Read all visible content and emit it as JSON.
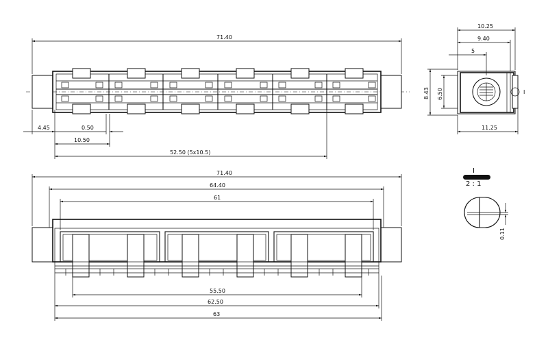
{
  "top_view": {
    "overall": "71.40",
    "end_offset": "4.45",
    "pitch_gap": "0.50",
    "pitch": "10.50",
    "span": "52.50 (5x10.5)"
  },
  "side_view": {
    "width_total": "10.25",
    "width_a": "9.40",
    "width_b": "5",
    "height_outer": "8.43",
    "height_inner": "6.50",
    "bottom": "11.25",
    "section_mark": "I"
  },
  "front_view": {
    "overall": "71.40",
    "body": "64.40",
    "inner": "61",
    "pins": "55.50",
    "base": "62.50",
    "bottom": "63"
  },
  "detail": {
    "label": "I",
    "scale": "2 : 1",
    "dim": "0.11"
  }
}
